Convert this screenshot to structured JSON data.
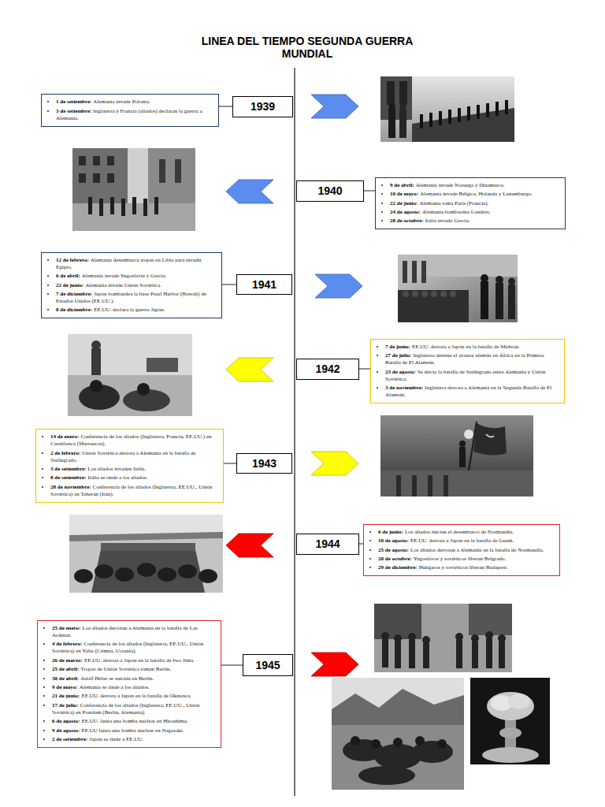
{
  "diagram": {
    "title": "LINEA DEL TIEMPO SEGUNDA GUERRA MUNDIAL",
    "nodes": [
      {
        "text": [
          "1 de setiembre:",
          "Alemania invade Polonia.",
          "3 de setiembre:",
          "Inglaterra y Francia (aliados) declaran la guerra a Alemania."
        ]
      },
      {
        "text": [
          "1939"
        ]
      },
      {
        "text": [
          "1940"
        ]
      },
      {
        "text": [
          "9 de abril:",
          "Alemania invade Noruega y Dinamarca.",
          "10 de mayo:",
          "Alemania invade Bélgica, Holanda y Luxemburgo.",
          "22 de junio:",
          "Alemania toma París (Francia).",
          "24 de agosto:",
          "Alemania bombardea Londres.",
          "28 de octubre:",
          "Italia invade Grecia."
        ]
      },
      {
        "text": [
          "12 de febrero:",
          "Alemania desembarca tropas en Libia para invadir Egipto.",
          "6 de abril:",
          "Alemania invade Yugoslavia y Grecia.",
          "22 de junio:",
          "Alemania invade Unión Soviética.",
          "7 de diciembre:",
          "Japón bombardea la base Pearl Harbor (Hawaii) de Estados Unidos (EE.UU.).",
          "8 de diciembre:",
          "EE.UU. declara la guerra Japón."
        ]
      },
      {
        "text": [
          "1941"
        ]
      },
      {
        "text": [
          "1942"
        ]
      },
      {
        "text": [
          "7 de junio:",
          "EE.UU. derrota a Japón en la batalla de Midway.",
          "27 de julio:",
          "Inglaterra detiene el avance alemán en África en la Primera Batalla de El Alamein.",
          "23 de agosto:",
          "Se inicia la batalla de Stalingrado entre Alemania y Unión Soviética.",
          "3 de noviembre:",
          "Inglaterra derrota a Alemania en la Segunda Batalla de El Alamein."
        ]
      },
      {
        "text": [
          "14 de enero:",
          "Conferencia de los aliados (Inglaterra, Francia, EE.UU.) en Casablanca (Marruecos).",
          "2 de febrero:",
          "Unión Soviética derrota a Alemania en la batalla de Stalingrado.",
          "3 de setiembre:",
          "Los aliados invaden Italia.",
          "8 de setiembre:",
          "Italia se rinde a los aliados.",
          "28 de noviembre:",
          "Conferencia de los aliados (Inglaterra, EE.UU., Unión Soviética) en Teherán (Irán)."
        ]
      },
      {
        "text": [
          "1943"
        ]
      },
      {
        "text": [
          "1944"
        ]
      },
      {
        "text": [
          "6 de junio:",
          "Los aliados inician el desembarco de Normandía.",
          "10 de agosto:",
          "EE.UU. derrota a Japón en la batalla de Guam.",
          "25 de agosto:",
          "Los aliados derrotan a Alemania en la batalla de Normandía.",
          "20 de octubre:",
          "Yugoslavos y soviéticos liberan Belgrado.",
          "29 de diciembre:",
          "Húngaros y soviéticos liberan Budapest."
        ]
      },
      {
        "text": [
          "25 de enero:",
          "Los aliados derrotan a Alemania en la batalla de Las Ardenas.",
          "4 de febrero:",
          "Conferencia de los aliados (Inglaterra, EE.UU., Unión Soviética) en Yalta (Crimea, Ucrania).",
          "26 de marzo:",
          "EE.UU. derrota a Japón en la batalla de Iwo Jima.",
          "25 de abril:",
          "Tropas de Unión Soviética toman Berlín.",
          "30 de abril:",
          "Adolf Hitler se suicida en Berlín.",
          "9 de mayo:",
          "Alemania se rinde a los aliados.",
          "21 de junio:",
          "EE.UU. derrota a Japón en la batalla de Okinawa.",
          "17 de julio:",
          "Conferencia de los aliados (Inglaterra, EE.UU., Unión Soviética) en Postdam (Berlín, Alemania).",
          "6 de agosto:",
          "EE.UU. lanza una bomba nuclear en Hiroshima.",
          "9 de agosto:",
          "EE.UU lanza una bomba nuclear en Nagasaki.",
          "2 de setiembre:",
          "Japón se rinde a EE.UU."
        ]
      },
      {
        "text": [
          "1945"
        ]
      }
    ],
    "edges": [
      {
        "from": 1,
        "to": 0,
        "arrow": "none"
      },
      {
        "from": 2,
        "to": 3,
        "arrow": "none"
      },
      {
        "from": 5,
        "to": 4,
        "arrow": "none"
      },
      {
        "from": 6,
        "to": 7,
        "arrow": "none"
      },
      {
        "from": 9,
        "to": 8,
        "arrow": "none"
      },
      {
        "from": 10,
        "to": 11,
        "arrow": "none"
      },
      {
        "from": 13,
        "to": 12,
        "arrow": "none"
      }
    ]
  }
}
